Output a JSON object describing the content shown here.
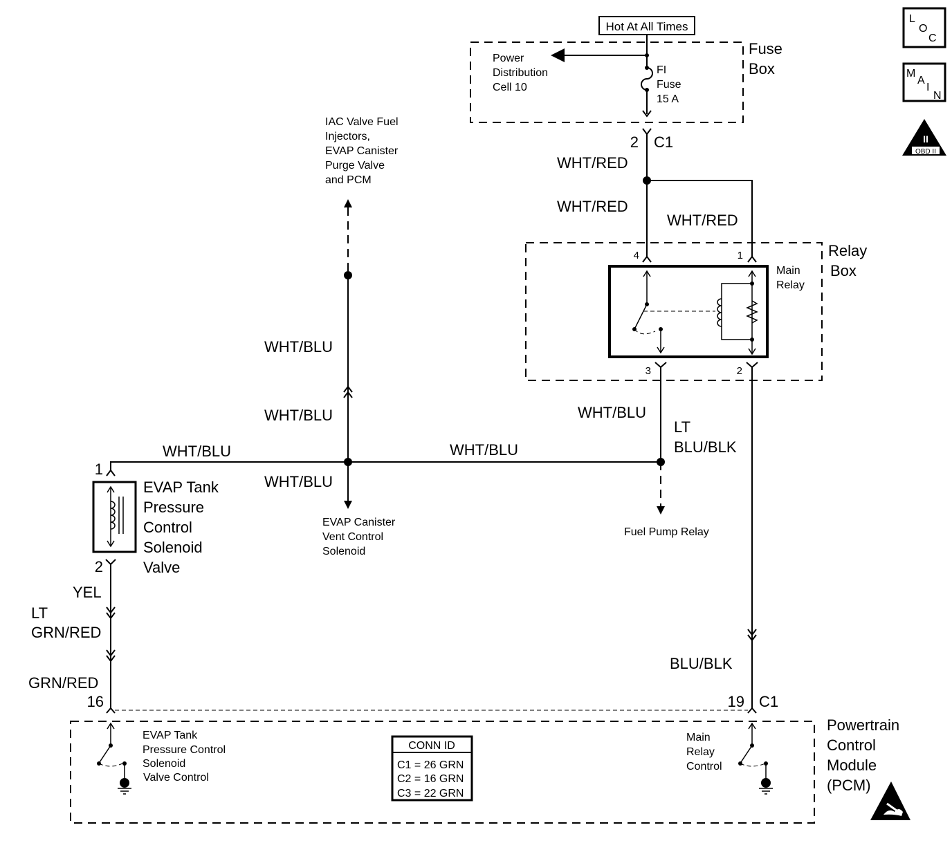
{
  "header": {
    "hot_at_all_times": "Hot At All Times"
  },
  "icons": {
    "loc": [
      "L",
      "O",
      "C"
    ],
    "main": [
      "M",
      "A",
      "I",
      "N"
    ],
    "obd": [
      "II",
      "OBD II"
    ]
  },
  "fuse_box": {
    "title": [
      "Fuse",
      "Box"
    ],
    "pdc": [
      "Power",
      "Distribution",
      "Cell 10"
    ],
    "fuse": [
      "FI",
      "Fuse",
      "15 A"
    ],
    "pin": "2",
    "conn": "C1"
  },
  "wires": {
    "wht_red_1": "WHT/RED",
    "wht_red_2": "WHT/RED",
    "wht_red_3": "WHT/RED",
    "wht_blu_up1": "WHT/BLU",
    "wht_blu_up2": "WHT/BLU",
    "wht_blu_left": "WHT/BLU",
    "wht_blu_down": "WHT/BLU",
    "wht_blu_mid": "WHT/BLU",
    "wht_blu_relay": "WHT/BLU",
    "lt_blu_blk": [
      "LT",
      "BLU/BLK"
    ],
    "blu_blk": "BLU/BLK",
    "yel": "YEL",
    "lt_grn_red": [
      "LT",
      "GRN/RED"
    ],
    "grn_red": "GRN/RED"
  },
  "iac_dest": [
    "IAC Valve Fuel",
    "Injectors,",
    "EVAP Canister",
    "Purge Valve",
    "and PCM"
  ],
  "relay_box": {
    "title": [
      "Relay",
      "Box"
    ],
    "main_relay": [
      "Main",
      "Relay"
    ],
    "pins": {
      "p4": "4",
      "p1": "1",
      "p3": "3",
      "p2": "2"
    }
  },
  "evap_solenoid": {
    "label": [
      "EVAP Tank",
      "Pressure",
      "Control",
      "Solenoid",
      "Valve"
    ],
    "pin1": "1",
    "pin2": "2"
  },
  "vent_dest": [
    "EVAP Canister",
    "Vent Control",
    "Solenoid"
  ],
  "fuel_pump_dest": "Fuel Pump Relay",
  "pcm": {
    "title": [
      "Powertrain",
      "Control",
      "Module",
      "(PCM)"
    ],
    "pin16": "16",
    "pin19": "19",
    "conn": "C1",
    "evap_ctrl": [
      "EVAP Tank",
      "Pressure Control",
      "Solenoid",
      "Valve Control"
    ],
    "main_ctrl": [
      "Main",
      "Relay",
      "Control"
    ],
    "conn_id_title": "CONN ID",
    "conn_ids": [
      "C1 = 26 GRN",
      "C2 = 16 GRN",
      "C3 = 22 GRN"
    ]
  }
}
